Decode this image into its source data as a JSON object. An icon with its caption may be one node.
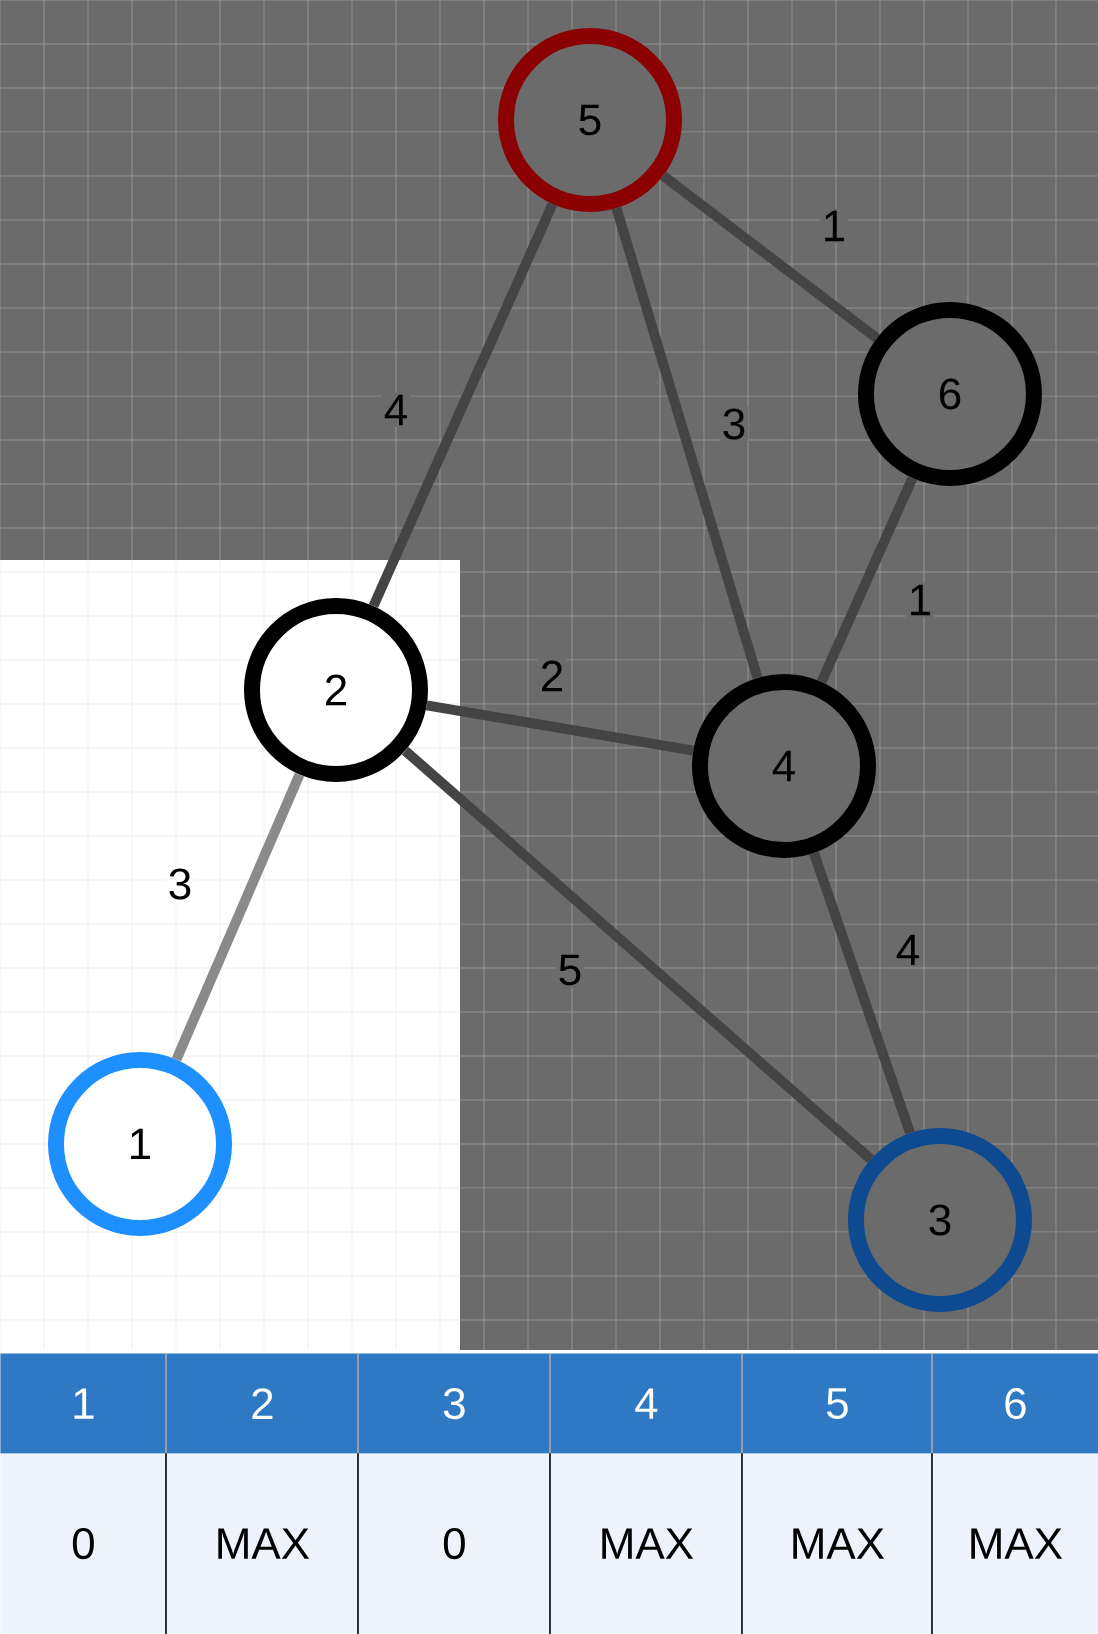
{
  "diagram": {
    "nodes": [
      {
        "text": [
          "5"
        ]
      },
      {
        "text": [
          "6"
        ]
      },
      {
        "text": [
          "2"
        ]
      },
      {
        "text": [
          "4"
        ]
      },
      {
        "text": [
          "1"
        ]
      },
      {
        "text": [
          "3"
        ]
      }
    ],
    "edges": [
      {
        "from": 0,
        "to": 1,
        "arrow": "none",
        "label": "1"
      },
      {
        "from": 0,
        "to": 2,
        "arrow": "none",
        "label": "4"
      },
      {
        "from": 0,
        "to": 3,
        "arrow": "none",
        "label": "3"
      },
      {
        "from": 1,
        "to": 3,
        "arrow": "none",
        "label": "1"
      },
      {
        "from": 2,
        "to": 3,
        "arrow": "none",
        "label": "2"
      },
      {
        "from": 2,
        "to": 4,
        "arrow": "none",
        "label": "3",
        "color": "#8a8a8a"
      },
      {
        "from": 2,
        "to": 5,
        "arrow": "none",
        "label": "5"
      },
      {
        "from": 3,
        "to": 5,
        "arrow": "none",
        "label": "4"
      }
    ],
    "labels": [
      "1",
      "2",
      "3",
      "4",
      "5",
      "6",
      "0",
      "MAX",
      "0",
      "MAX",
      "MAX",
      "MAX"
    ]
  }
}
